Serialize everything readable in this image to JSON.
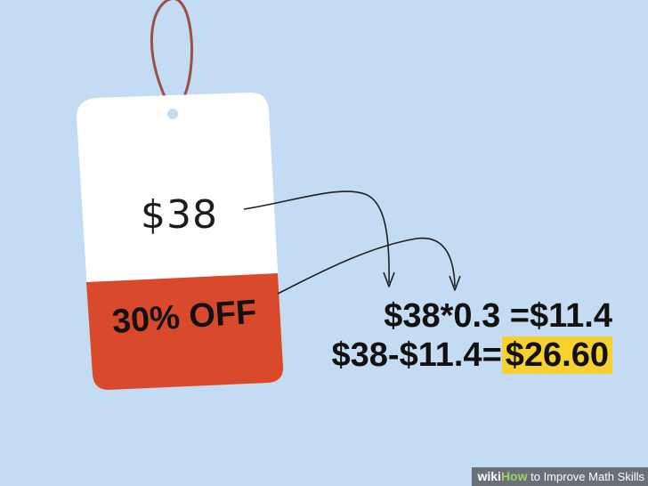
{
  "tag": {
    "price": "$38",
    "discount": "30% OFF"
  },
  "equations": {
    "line1": "$38*0.3 =$11.4",
    "line2_prefix": "$38-$11.4=",
    "line2_result": "$26.60"
  },
  "watermark": {
    "brand_wiki": "wiki",
    "brand_how": "How",
    "text": " to Improve Math Skills"
  },
  "colors": {
    "background": "#c3dcf3",
    "tag_white": "#ffffff",
    "tag_red": "#d9492b",
    "highlight": "#f6d12f",
    "string": "#a0504a"
  }
}
